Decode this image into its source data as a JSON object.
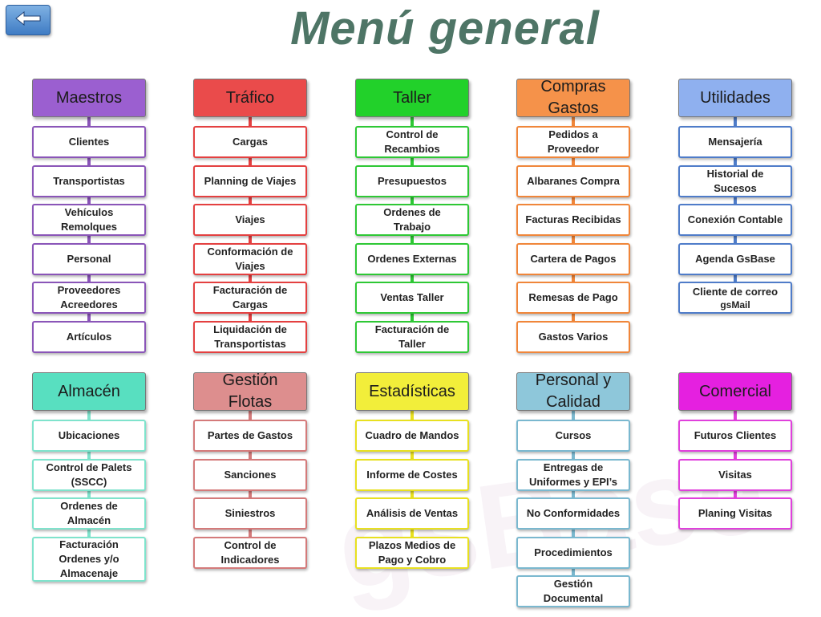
{
  "title": "Menú general",
  "watermark": "gsBase",
  "back_button": {
    "icon": "arrow-left-icon"
  },
  "top_sections": [
    {
      "id": "maestros",
      "title": [
        "Maestros"
      ],
      "color": "#9b5fd0",
      "line": "#8a55b8",
      "items": [
        {
          "lines": [
            "Clientes"
          ]
        },
        {
          "lines": [
            "Transportistas"
          ]
        },
        {
          "lines": [
            "Vehículos",
            "Remolques"
          ]
        },
        {
          "lines": [
            "Personal"
          ]
        },
        {
          "lines": [
            "Proveedores",
            "Acreedores"
          ]
        },
        {
          "lines": [
            "Artículos"
          ]
        }
      ]
    },
    {
      "id": "trafico",
      "title": [
        "Tráfico"
      ],
      "color": "#ea4b4b",
      "line": "#e44040",
      "items": [
        {
          "lines": [
            "Cargas"
          ]
        },
        {
          "lines": [
            "Planning de Viajes"
          ]
        },
        {
          "lines": [
            "Viajes"
          ]
        },
        {
          "lines": [
            "Conformación de",
            "Viajes"
          ]
        },
        {
          "lines": [
            "Facturación de",
            "Cargas"
          ]
        },
        {
          "lines": [
            "Liquidación de",
            "Transportistas"
          ]
        }
      ]
    },
    {
      "id": "taller",
      "title": [
        "Taller"
      ],
      "color": "#22d12a",
      "line": "#2ec835",
      "items": [
        {
          "lines": [
            "Control de",
            "Recambios"
          ]
        },
        {
          "lines": [
            "Presupuestos"
          ]
        },
        {
          "lines": [
            "Ordenes de",
            "Trabajo"
          ]
        },
        {
          "lines": [
            "Ordenes Externas"
          ]
        },
        {
          "lines": [
            "Ventas Taller"
          ]
        },
        {
          "lines": [
            "Facturación de",
            "Taller"
          ]
        }
      ]
    },
    {
      "id": "compras",
      "title": [
        "Compras",
        "Gastos"
      ],
      "color": "#f5924a",
      "line": "#f0863a",
      "items": [
        {
          "lines": [
            "Pedidos a",
            "Proveedor"
          ]
        },
        {
          "lines": [
            "Albaranes Compra"
          ]
        },
        {
          "lines": [
            "Facturas Recibidas"
          ]
        },
        {
          "lines": [
            "Cartera de Pagos"
          ]
        },
        {
          "lines": [
            "Remesas de Pago"
          ]
        },
        {
          "lines": [
            "Gastos Varios"
          ]
        }
      ]
    },
    {
      "id": "utilidades",
      "title": [
        "Utilidades"
      ],
      "color": "#8fb0ef",
      "line": "#4f7cc9",
      "items": [
        {
          "lines": [
            "Mensajería"
          ]
        },
        {
          "lines": [
            "Historial de",
            "Sucesos"
          ]
        },
        {
          "lines": [
            "Conexión Contable"
          ]
        },
        {
          "lines": [
            "Agenda GsBase"
          ]
        },
        {
          "lines": [
            "Cliente de correo",
            "gsMail"
          ]
        }
      ]
    }
  ],
  "bottom_sections": [
    {
      "id": "almacen",
      "title": [
        "Almacén"
      ],
      "color": "#58dfc0",
      "line": "#7fe3cc",
      "items": [
        {
          "lines": [
            "Ubicaciones"
          ]
        },
        {
          "lines": [
            "Control de Palets",
            "(SSCC)"
          ]
        },
        {
          "lines": [
            "Ordenes de",
            "Almacén"
          ]
        },
        {
          "lines": [
            "Facturación",
            "Ordenes y/o",
            "Almacenaje"
          ]
        }
      ]
    },
    {
      "id": "gestion_flotas",
      "title": [
        "Gestión",
        "Flotas"
      ],
      "color": "#dd8e8e",
      "line": "#d47a7a",
      "items": [
        {
          "lines": [
            "Partes de Gastos"
          ]
        },
        {
          "lines": [
            "Sanciones"
          ]
        },
        {
          "lines": [
            "Siniestros"
          ]
        },
        {
          "lines": [
            "Control de",
            "Indicadores"
          ]
        }
      ]
    },
    {
      "id": "estadisticas",
      "title": [
        "Estadísticas"
      ],
      "color": "#f2ee3a",
      "line": "#e8e020",
      "items": [
        {
          "lines": [
            "Cuadro de Mandos"
          ]
        },
        {
          "lines": [
            "Informe de Costes"
          ]
        },
        {
          "lines": [
            "Análisis de Ventas"
          ]
        },
        {
          "lines": [
            "Plazos Medios de",
            "Pago y Cobro"
          ]
        }
      ]
    },
    {
      "id": "personal_calidad",
      "title": [
        "Personal y",
        "Calidad"
      ],
      "color": "#8ec7da",
      "line": "#7ab8cf",
      "items": [
        {
          "lines": [
            "Cursos"
          ]
        },
        {
          "lines": [
            "Entregas de",
            "Uniformes y EPI’s"
          ]
        },
        {
          "lines": [
            "No Conformidades"
          ]
        },
        {
          "lines": [
            "Procedimientos"
          ]
        },
        {
          "lines": [
            "Gestión",
            "Documental"
          ]
        }
      ]
    },
    {
      "id": "comercial",
      "title": [
        "Comercial"
      ],
      "color": "#e520e0",
      "line": "#e040dc",
      "items": [
        {
          "lines": [
            "Futuros Clientes"
          ]
        },
        {
          "lines": [
            "Visitas"
          ]
        },
        {
          "lines": [
            "Planing Visitas"
          ]
        }
      ]
    }
  ]
}
